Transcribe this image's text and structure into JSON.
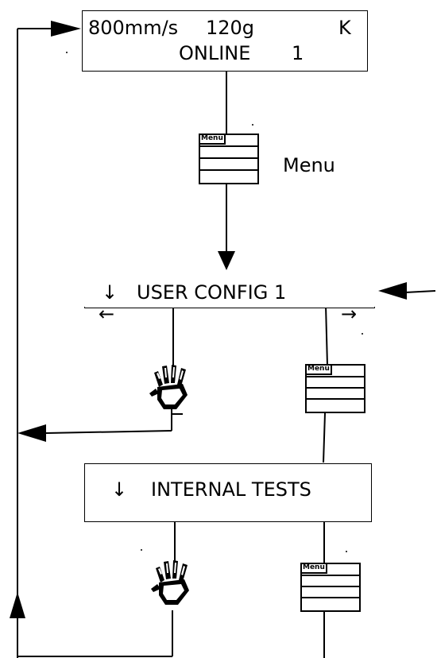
{
  "status_display": {
    "speed": "800mm/s",
    "weight": "120g",
    "flag": "K",
    "mode": "ONLINE",
    "number": "1"
  },
  "menu_key": {
    "icon_text": "Menu",
    "label": "Menu"
  },
  "user_config_display": {
    "arrow_down": "↓",
    "title": "USER CONFIG 1",
    "arrow_left": "←",
    "arrow_right": "→"
  },
  "internal_tests_display": {
    "arrow_down": "↓",
    "title": "INTERNAL TESTS"
  },
  "icons": [
    "menu-key-icon",
    "hand-icon",
    "arrow-icon"
  ]
}
